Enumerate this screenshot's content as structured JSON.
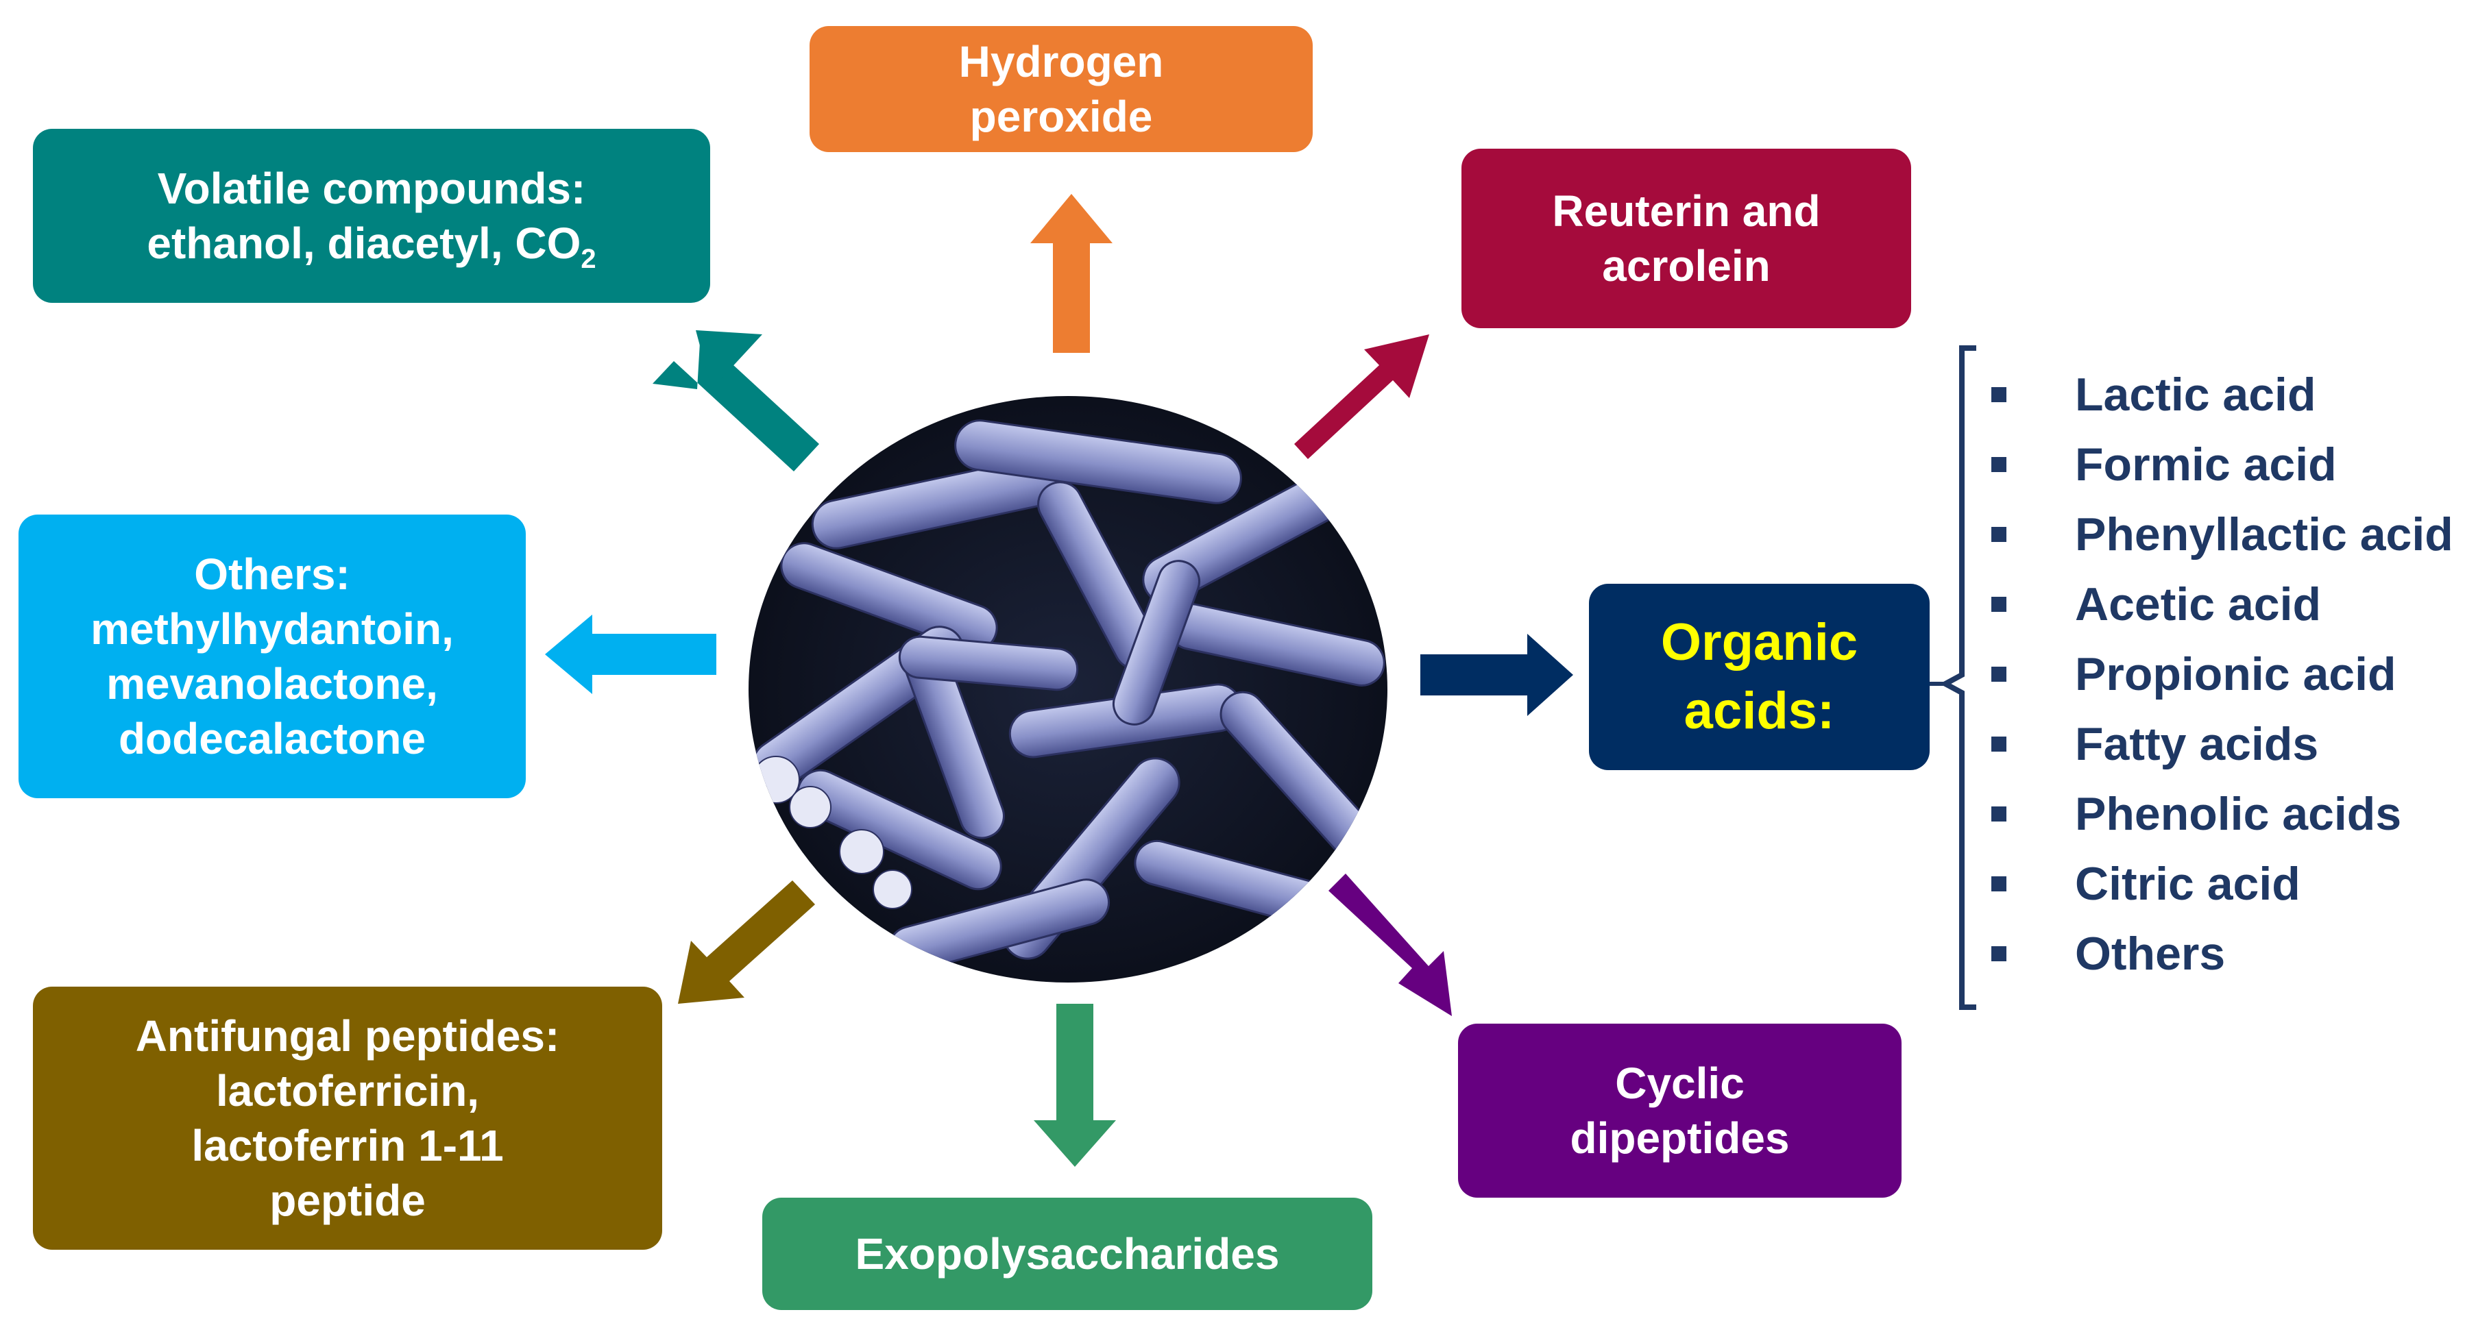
{
  "colors": {
    "hydrogen": "#ed7d31",
    "volatile": "#00827f",
    "reuterin": "#a50b3c",
    "others": "#00b0f0",
    "organic": "#002d62",
    "antifungal": "#7f6000",
    "exopoly": "#339966",
    "cyclic": "#660080",
    "organic_title": "#ffff00",
    "list_text": "#1f3864",
    "bacteria_bg": "#0f1322",
    "bacteria_rod": "#8890c8"
  },
  "boxes": {
    "hydrogen": {
      "lines": [
        "Hydrogen",
        "peroxide"
      ]
    },
    "volatile": {
      "line1": "Volatile  compounds:",
      "line2": "ethanol, diacetyl, CO",
      "sub": "2"
    },
    "reuterin": {
      "lines": [
        "Reuterin and",
        "acrolein"
      ]
    },
    "others": {
      "lines": [
        "Others:",
        "methylhydantoin,",
        "mevanolactone,",
        "dodecalactone"
      ]
    },
    "organic": {
      "lines": [
        "Organic",
        "acids:"
      ]
    },
    "antifungal": {
      "lines": [
        "Antifungal peptides:",
        "lactoferricin,",
        "lactoferrin 1-11",
        "peptide"
      ]
    },
    "exopoly": {
      "lines": [
        "Exopolysaccharides"
      ]
    },
    "cyclic": {
      "lines": [
        "Cyclic",
        "dipeptides"
      ]
    }
  },
  "organic_acids_list": [
    "Lactic acid",
    "Formic acid",
    "Phenyllactic acid",
    "Acetic acid",
    "Propionic acid",
    "Fatty acids",
    "Phenolic acids",
    "Citric acid",
    "Others"
  ],
  "center_image": {
    "icon": "bacteria-micrograph-icon"
  }
}
